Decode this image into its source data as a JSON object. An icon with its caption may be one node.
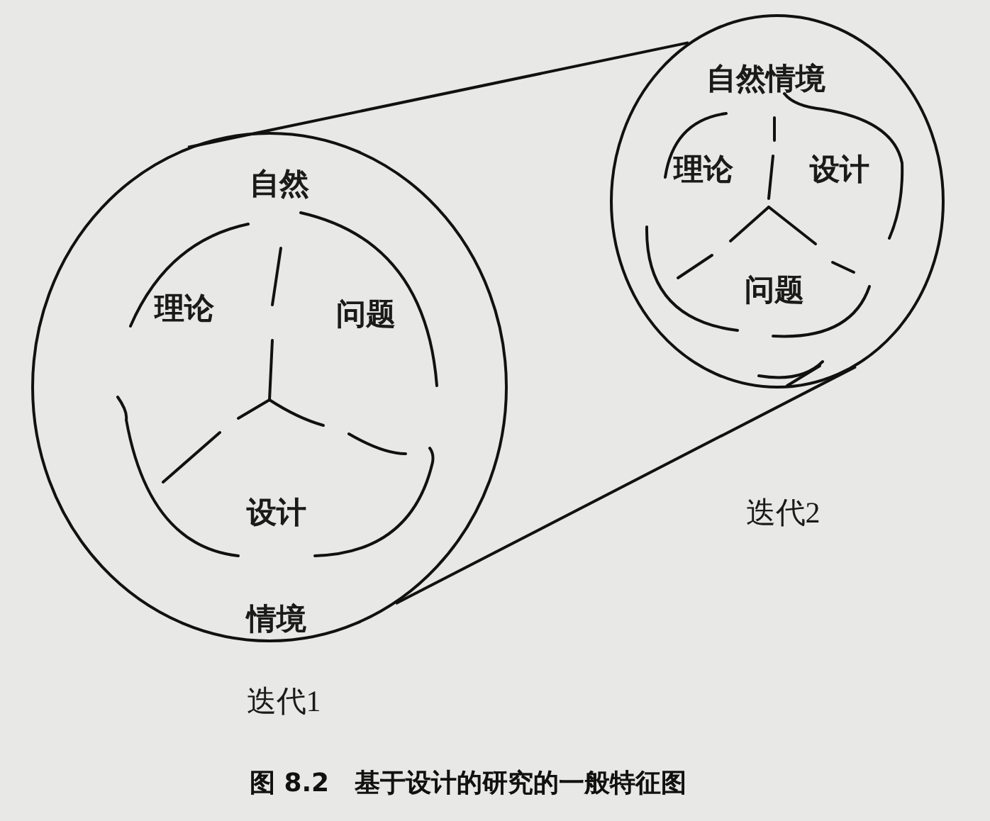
{
  "diagram": {
    "caption": "图 8.2　基于设计的研究的一般特征图",
    "nodes": [
      {
        "text": [
          "自然",
          "情境"
        ],
        "beside": [
          "迭代1"
        ]
      },
      {
        "text": [
          "自然情境"
        ],
        "beside": [
          "迭代2"
        ]
      }
    ],
    "edges": [
      {
        "from": 0,
        "to": 1,
        "arrow": "none"
      },
      {
        "from": 0,
        "to": 1,
        "arrow": "none"
      }
    ],
    "labels": [
      "理论",
      "问题",
      "设计",
      "理论",
      "设计",
      "问题"
    ]
  }
}
